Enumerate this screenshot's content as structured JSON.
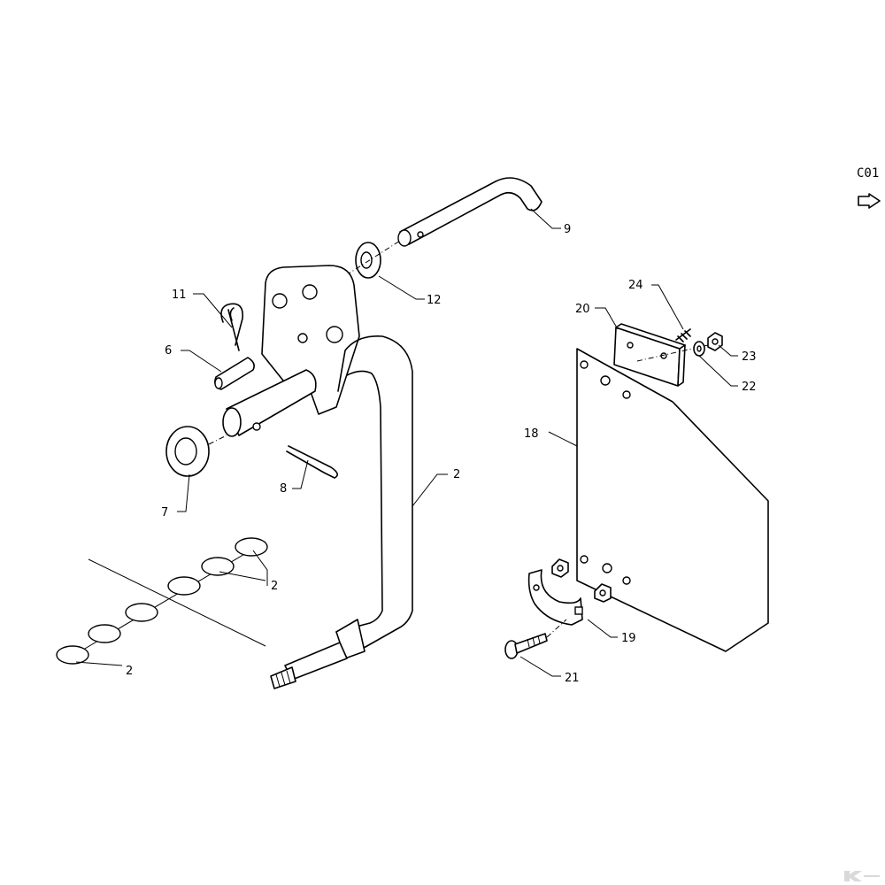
{
  "page_reference": "C01",
  "callouts": [
    {
      "id": "c2a",
      "label": "2"
    },
    {
      "id": "c2b",
      "label": "2"
    },
    {
      "id": "c2c",
      "label": "2"
    },
    {
      "id": "c6",
      "label": "6"
    },
    {
      "id": "c7",
      "label": "7"
    },
    {
      "id": "c8",
      "label": "8"
    },
    {
      "id": "c9",
      "label": "9"
    },
    {
      "id": "c11",
      "label": "11"
    },
    {
      "id": "c12",
      "label": "12"
    },
    {
      "id": "c18",
      "label": "18"
    },
    {
      "id": "c19",
      "label": "19"
    },
    {
      "id": "c20",
      "label": "20"
    },
    {
      "id": "c21",
      "label": "21"
    },
    {
      "id": "c22",
      "label": "22"
    },
    {
      "id": "c23",
      "label": "23"
    },
    {
      "id": "c24",
      "label": "24"
    }
  ],
  "icons": {
    "next_page": "arrow-right-outline-icon",
    "brand": "k-logo-icon"
  }
}
